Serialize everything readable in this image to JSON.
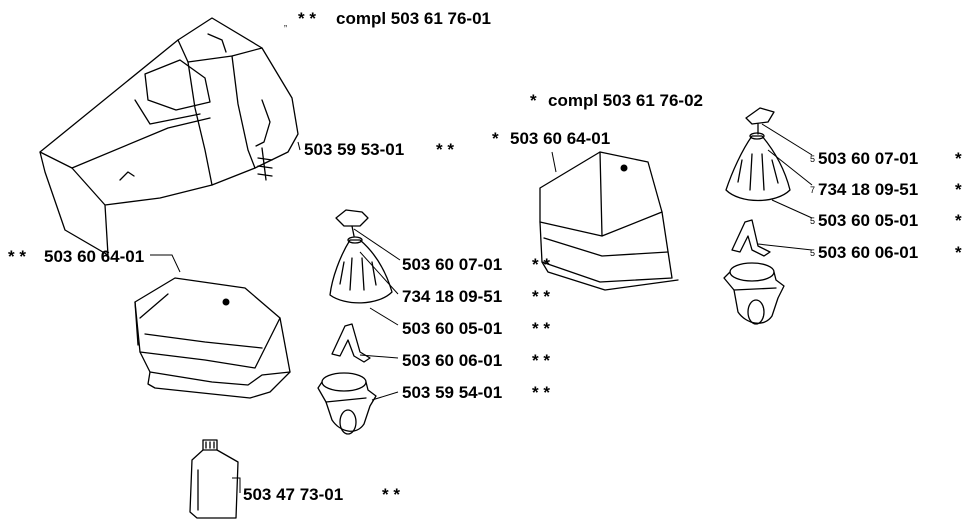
{
  "labels": {
    "cover_compl": "compl 503 61 76-01",
    "cover_compl_star": "* *",
    "cover_compl_tick": "„",
    "screw_cover": "503 59 53-01",
    "screw_cover_star": "* *",
    "filter_left": "503 60 64-01",
    "filter_left_star": "* *",
    "left_knob": "503 60 07-01",
    "left_knob_star": "* *",
    "left_oring": "734 18 09-51",
    "left_oring_star": "* *",
    "left_cone": "503 60 05-01",
    "left_cone_star": "* *",
    "left_clip": "503 60 06-01",
    "left_clip_star": "* *",
    "left_base": "503 59 54-01",
    "left_base_star": "* *",
    "bottle": "503 47 73-01",
    "bottle_star": "* *",
    "right_compl": "compl 503 61 76-02",
    "right_compl_star": "*",
    "filter_right": "503 60 64-01",
    "filter_right_star": "*",
    "right_knob": "503 60 07-01",
    "right_knob_star": "*",
    "right_knob_num": "5",
    "right_oring": "734 18 09-51",
    "right_oring_star": "*",
    "right_oring_num": "7",
    "right_cone": "503 60 05-01",
    "right_cone_star": "*",
    "right_cone_num": "5",
    "right_clip": "503 60 06-01",
    "right_clip_star": "*",
    "right_clip_num": "5"
  }
}
